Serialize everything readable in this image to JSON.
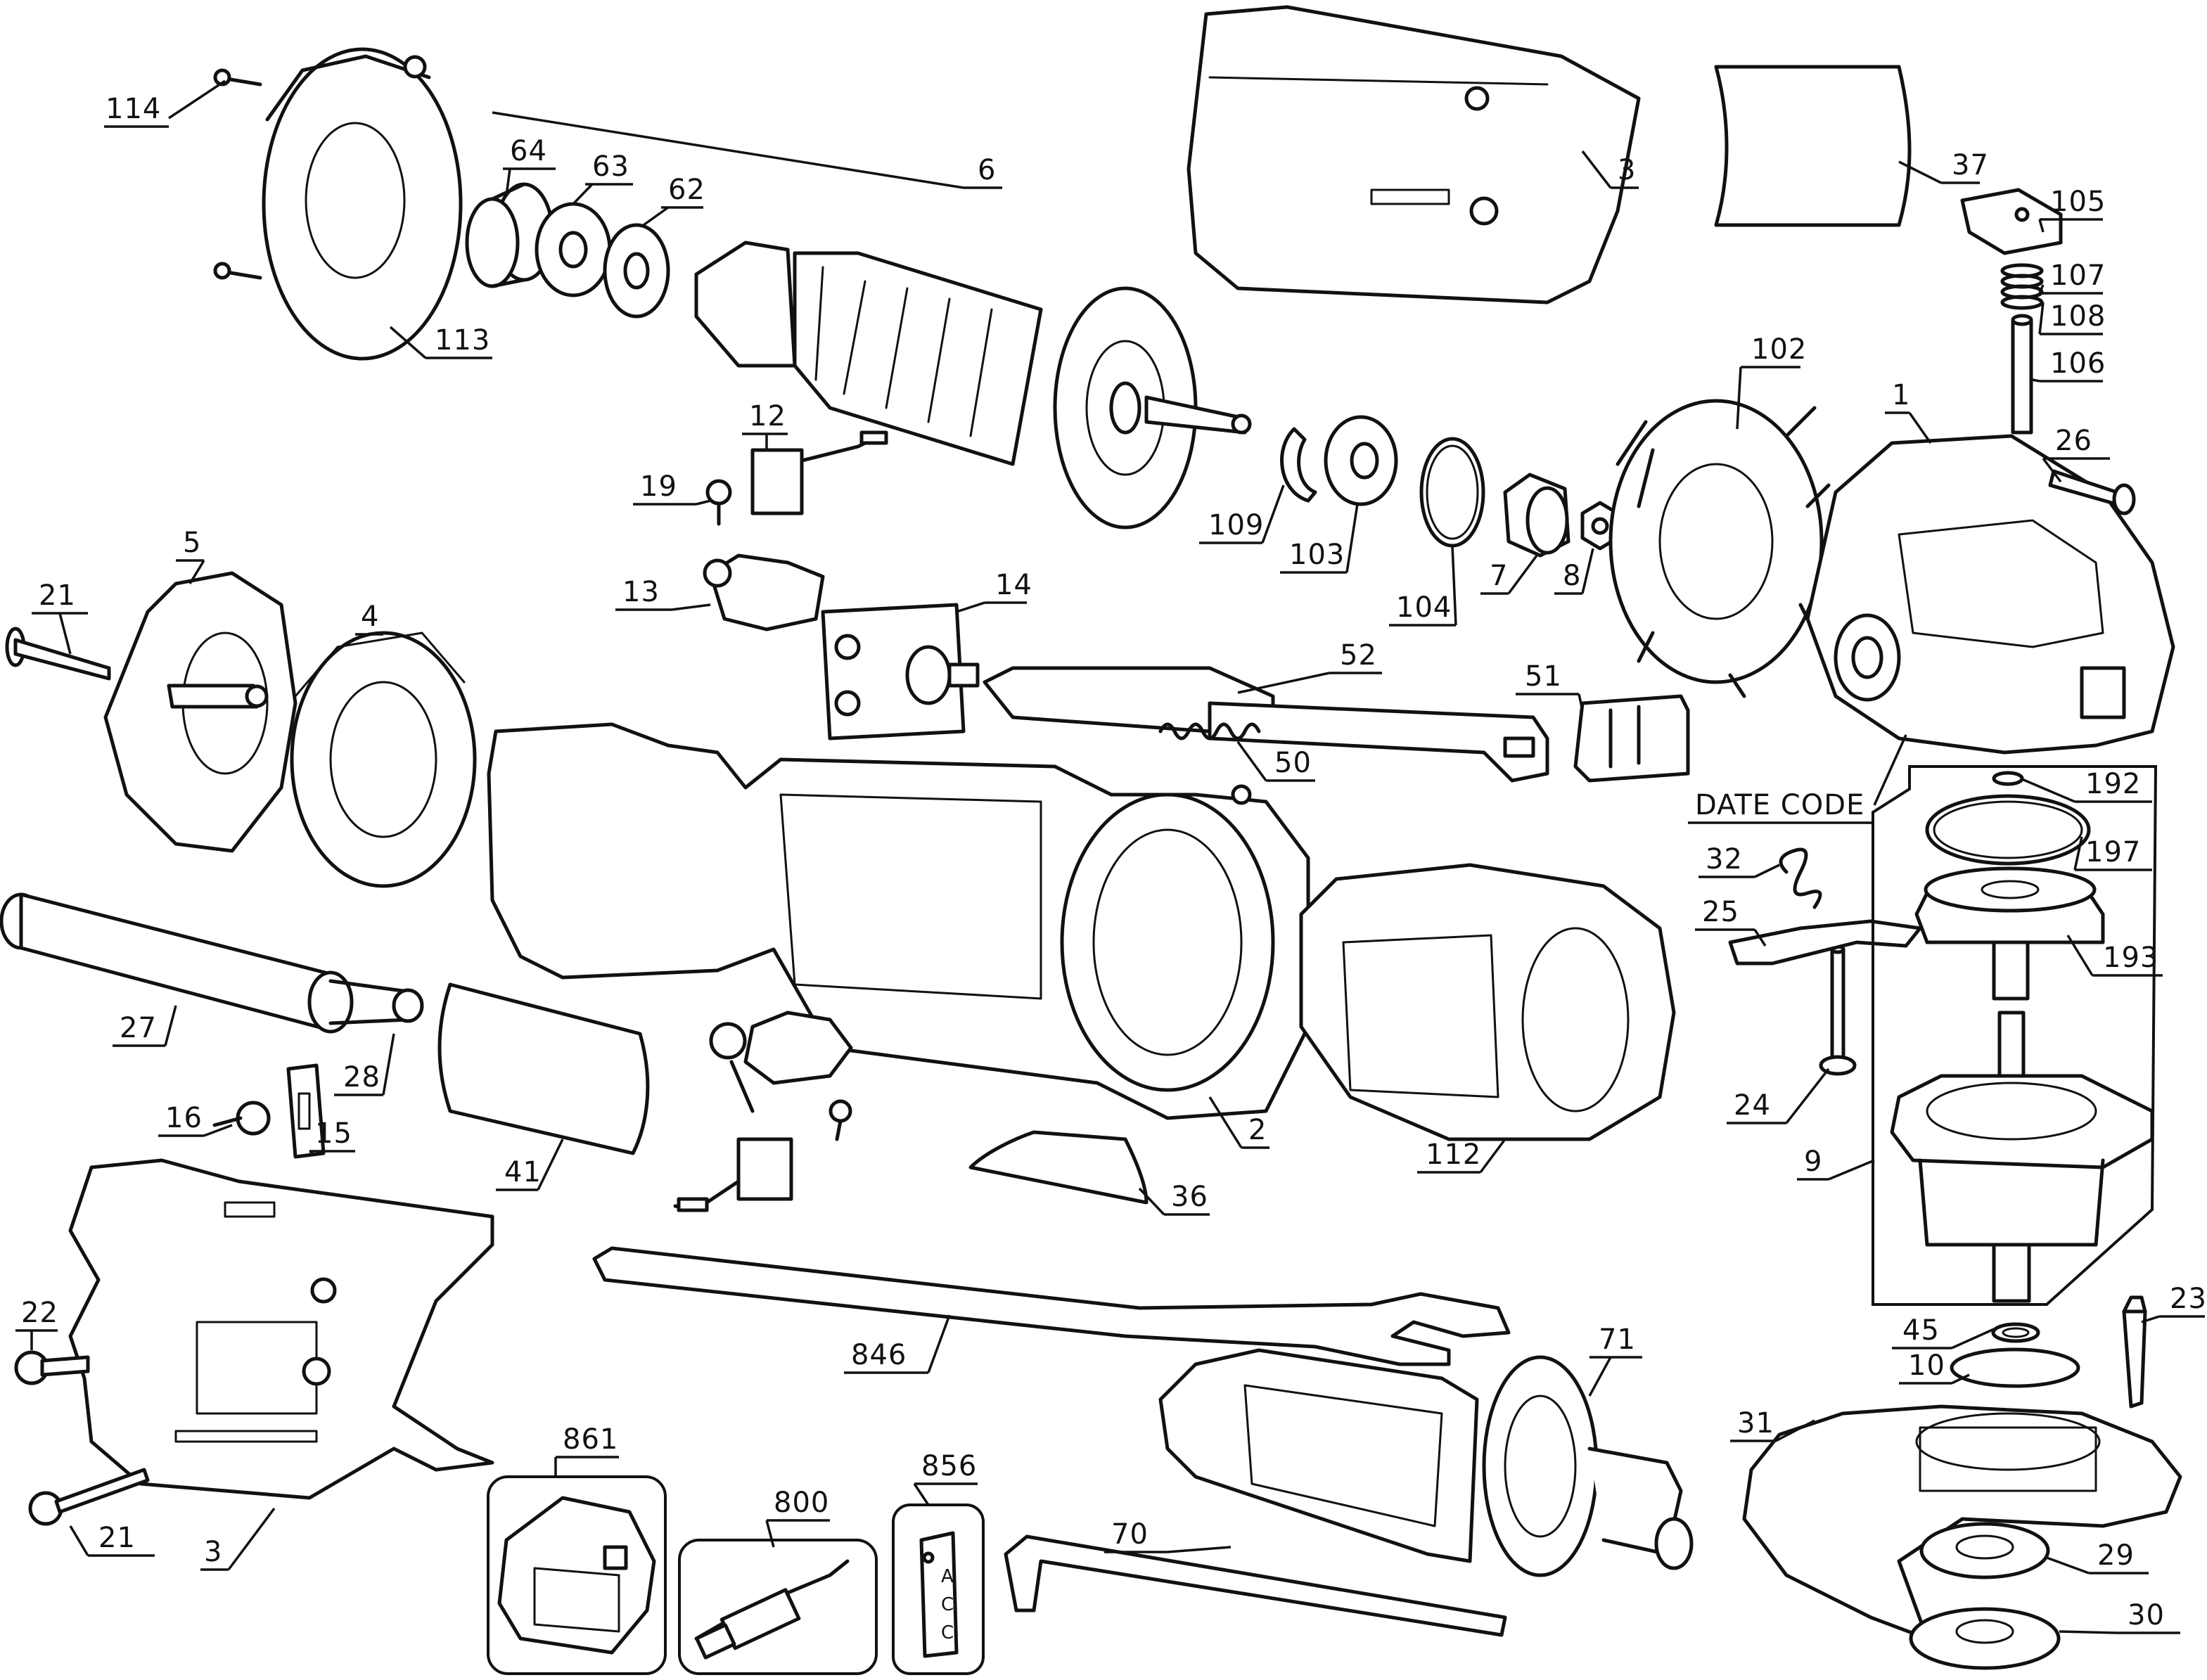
{
  "callouts": [
    {
      "id": "c114",
      "label": "114"
    },
    {
      "id": "c64",
      "label": "64"
    },
    {
      "id": "c63",
      "label": "63"
    },
    {
      "id": "c62",
      "label": "62"
    },
    {
      "id": "c6",
      "label": "6"
    },
    {
      "id": "c3a",
      "label": "3"
    },
    {
      "id": "c37",
      "label": "37"
    },
    {
      "id": "c105",
      "label": "105"
    },
    {
      "id": "c107",
      "label": "107"
    },
    {
      "id": "c108",
      "label": "108"
    },
    {
      "id": "c106",
      "label": "106"
    },
    {
      "id": "c113",
      "label": "113"
    },
    {
      "id": "c102",
      "label": "102"
    },
    {
      "id": "c1",
      "label": "1"
    },
    {
      "id": "c26",
      "label": "26"
    },
    {
      "id": "c12",
      "label": "12"
    },
    {
      "id": "c19",
      "label": "19"
    },
    {
      "id": "c109",
      "label": "109"
    },
    {
      "id": "c103",
      "label": "103"
    },
    {
      "id": "c104",
      "label": "104"
    },
    {
      "id": "c7",
      "label": "7"
    },
    {
      "id": "c8",
      "label": "8"
    },
    {
      "id": "c5",
      "label": "5"
    },
    {
      "id": "c21a",
      "label": "21"
    },
    {
      "id": "c13",
      "label": "13"
    },
    {
      "id": "c14",
      "label": "14"
    },
    {
      "id": "c4",
      "label": "4"
    },
    {
      "id": "c52",
      "label": "52"
    },
    {
      "id": "c51",
      "label": "51"
    },
    {
      "id": "c50",
      "label": "50"
    },
    {
      "id": "cdate",
      "label": "DATE CODE"
    },
    {
      "id": "c192",
      "label": "192"
    },
    {
      "id": "c197",
      "label": "197"
    },
    {
      "id": "c32",
      "label": "32"
    },
    {
      "id": "c25",
      "label": "25"
    },
    {
      "id": "c193",
      "label": "193"
    },
    {
      "id": "c27",
      "label": "27"
    },
    {
      "id": "c28",
      "label": "28"
    },
    {
      "id": "c16",
      "label": "16"
    },
    {
      "id": "c15",
      "label": "15"
    },
    {
      "id": "c41",
      "label": "41"
    },
    {
      "id": "c2",
      "label": "2"
    },
    {
      "id": "c112",
      "label": "112"
    },
    {
      "id": "c24",
      "label": "24"
    },
    {
      "id": "c36",
      "label": "36"
    },
    {
      "id": "c9",
      "label": "9"
    },
    {
      "id": "c22",
      "label": "22"
    },
    {
      "id": "c846",
      "label": "846"
    },
    {
      "id": "c71",
      "label": "71"
    },
    {
      "id": "c45",
      "label": "45"
    },
    {
      "id": "c23",
      "label": "23"
    },
    {
      "id": "c10",
      "label": "10"
    },
    {
      "id": "c31",
      "label": "31"
    },
    {
      "id": "c861",
      "label": "861"
    },
    {
      "id": "c800",
      "label": "800"
    },
    {
      "id": "c856",
      "label": "856"
    },
    {
      "id": "c29",
      "label": "29"
    },
    {
      "id": "c21b",
      "label": "21"
    },
    {
      "id": "c3b",
      "label": "3"
    },
    {
      "id": "c70",
      "label": "70"
    },
    {
      "id": "c30",
      "label": "30"
    }
  ],
  "kit_856": {
    "letters": [
      "A",
      "C",
      "C"
    ]
  }
}
